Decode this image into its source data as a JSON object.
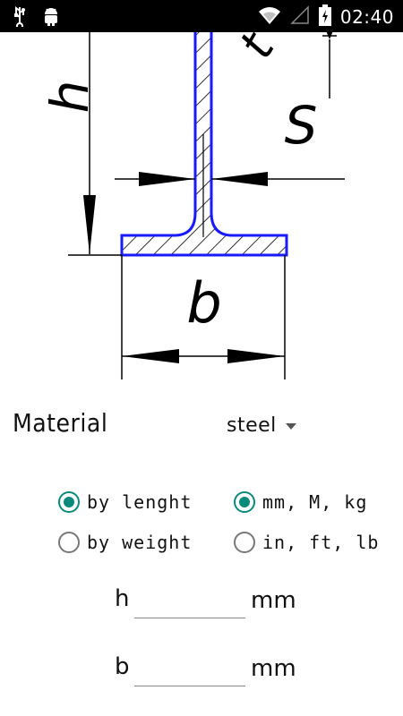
{
  "status_bar": {
    "time": "02:40",
    "icons": [
      "usb-icon",
      "android-debug-icon",
      "wifi-icon",
      "signal-icon",
      "battery-charging-icon"
    ]
  },
  "drawing": {
    "labels": {
      "h": "h",
      "t": "t",
      "s": "S",
      "b": "b"
    },
    "colors": {
      "outline": "#1a1aff",
      "lines": "#000000"
    }
  },
  "material": {
    "label": "Material",
    "selected": "steel"
  },
  "calc_mode": {
    "options": [
      {
        "label": "by lenght",
        "checked": true
      },
      {
        "label": "by weight",
        "checked": false
      }
    ]
  },
  "units": {
    "options": [
      {
        "label": "mm, M, kg",
        "checked": true
      },
      {
        "label": "in, ft, lb",
        "checked": false
      }
    ]
  },
  "fields": [
    {
      "name": "h",
      "unit": "mm",
      "value": ""
    },
    {
      "name": "b",
      "unit": "mm",
      "value": ""
    }
  ],
  "colors": {
    "accent": "#0a8a7a",
    "status_bar": "#000000"
  }
}
